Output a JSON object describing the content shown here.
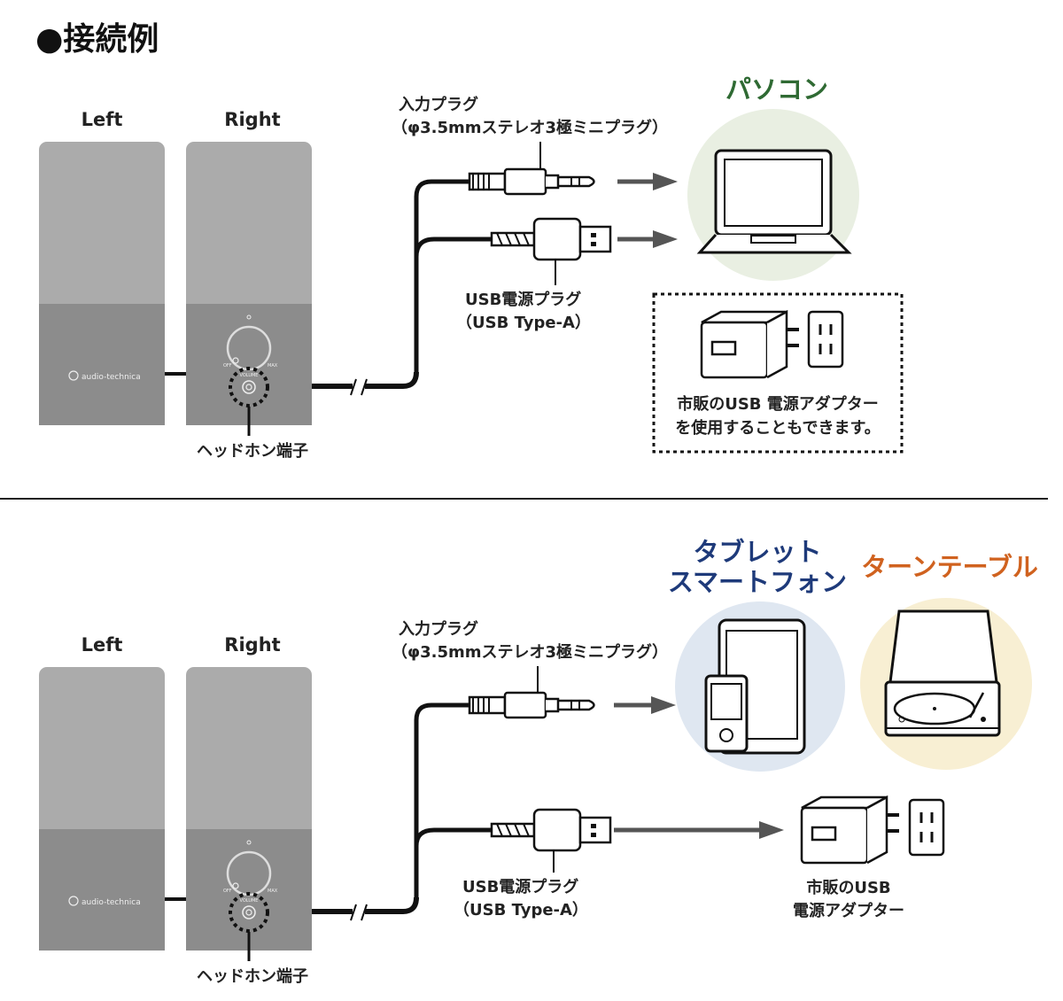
{
  "title": "●接続例",
  "colors": {
    "pc": "#2f6a33",
    "tablet": "#1e3a7a",
    "turntable": "#d0621f",
    "pc_bg": "#e9efe2",
    "tablet_bg": "#dfe7f1",
    "turntable_bg": "#f8efd3",
    "speaker_top": "#ababab",
    "speaker_bottom": "#8c8c8c"
  },
  "speakers": {
    "left": "Left",
    "right": "Right",
    "brand": "audio-technica",
    "knob_off": "OFF",
    "knob_max": "MAX",
    "knob_label": "VOLUME",
    "headphone_label": "ヘッドホン端子"
  },
  "top": {
    "input_plug": {
      "line1": "入力プラグ",
      "line2": "（φ3.5mmステレオ3極ミニプラグ）"
    },
    "usb_plug": {
      "line1": "USB電源プラグ",
      "line2": "（USB Type-A）"
    },
    "pc_title": "パソコン",
    "adapter_note": {
      "line1": "市販のUSB 電源アダプター",
      "line2": "を使用することもできます。"
    }
  },
  "bottom": {
    "input_plug": {
      "line1": "入力プラグ",
      "line2": "（φ3.5mmステレオ3極ミニプラグ）"
    },
    "usb_plug": {
      "line1": "USB電源プラグ",
      "line2": "（USB Type-A）"
    },
    "tablet_title": {
      "line1": "タブレット",
      "line2": "スマートフォン"
    },
    "turntable_title": "ターンテーブル",
    "adapter_label": {
      "line1": "市販のUSB",
      "line2": "電源アダプター"
    }
  }
}
